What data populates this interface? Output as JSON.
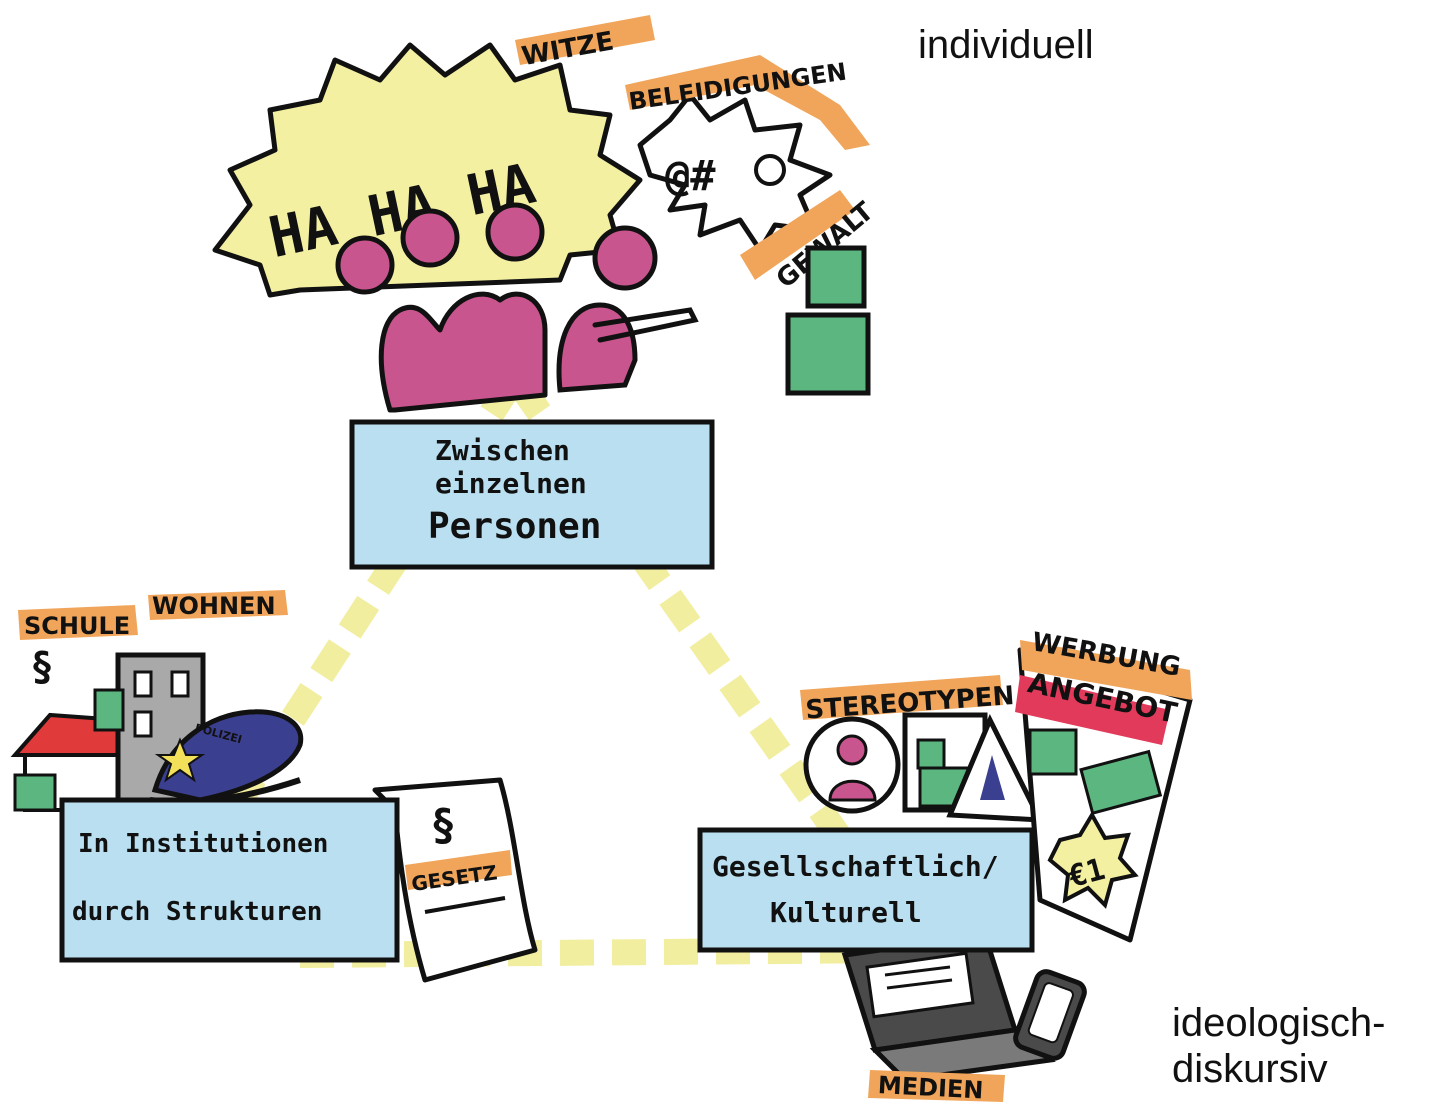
{
  "labels": {
    "individuell": "individuell",
    "ideologisch_line1": "ideologisch-",
    "ideologisch_line2": "diskursiv"
  },
  "boxes": {
    "top": {
      "line1": "Zwischen",
      "line2": "einzelnen",
      "line3": "Personen"
    },
    "left": {
      "line1": "In  Institutionen",
      "line2": "durch Strukturen"
    },
    "right": {
      "line1": "Gesellschaftlich/",
      "line2": "Kulturell"
    }
  },
  "tags": {
    "witze": "WITZE",
    "beleidigungen": "BELEIDIGUNGEN",
    "gewalt": "GEWALT",
    "schule": "SCHULE",
    "wohnen": "WOHNEN",
    "gesetz": "GESETZ",
    "stereotypen": "STEREOTYPEN",
    "werbung": "WERBUNG",
    "angebot": "ANGEBOT",
    "medien": "MEDIEN",
    "euro": "€1",
    "haha": "HA HA HA",
    "symbols": "@#",
    "paragraph": "§",
    "polizei": "POLIZEI"
  },
  "colors": {
    "box_fill": "#b9dff0",
    "triangle": "#f1ee9f",
    "figure": "#c8558e",
    "green": "#5bb77f",
    "tag_orange": "#f0a55a",
    "speech_yellow": "#f3f0a2",
    "red_banner": "#e23a5b",
    "navy": "#3b3f8f",
    "roof_red": "#e03a3a"
  }
}
